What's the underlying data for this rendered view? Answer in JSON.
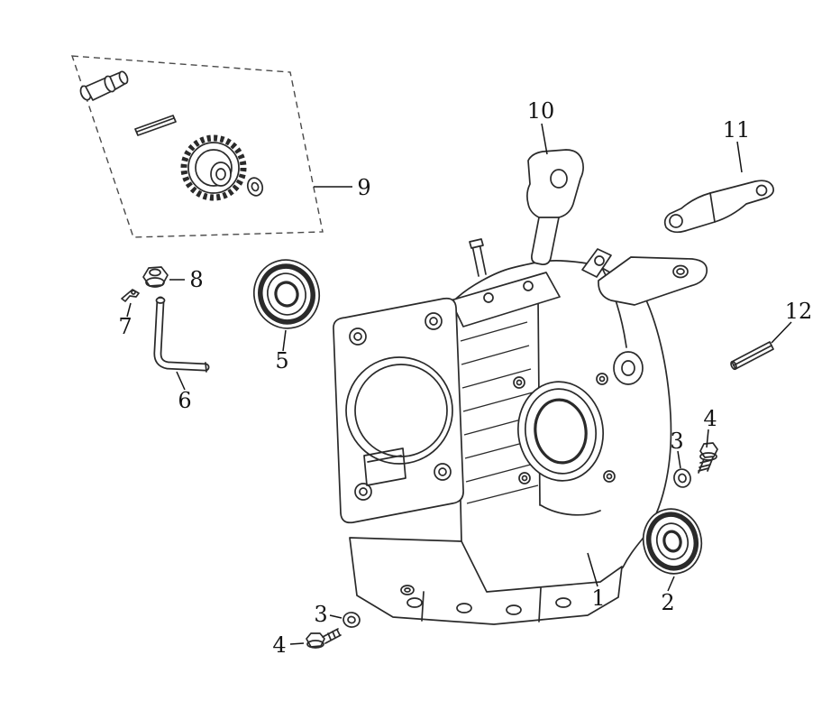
{
  "diagram": {
    "background": "#ffffff",
    "line_color": "#2a2a2a",
    "callouts": {
      "c1": {
        "num": "1",
        "part": "crankcase"
      },
      "c2": {
        "num": "2",
        "part": "oil-seal"
      },
      "c3r": {
        "num": "3",
        "part": "sealing-washer-right"
      },
      "c4r": {
        "num": "4",
        "part": "flange-bolt-right"
      },
      "c3b": {
        "num": "3",
        "part": "sealing-washer-bottom"
      },
      "c4b": {
        "num": "4",
        "part": "flange-bolt-bottom"
      },
      "c5": {
        "num": "5",
        "part": "ball-bearing"
      },
      "c6": {
        "num": "6",
        "part": "governor-shaft"
      },
      "c7": {
        "num": "7",
        "part": "retaining-clip"
      },
      "c8": {
        "num": "8",
        "part": "lock-nut"
      },
      "c9": {
        "num": "9",
        "part": "governor-gear-assembly"
      },
      "c10": {
        "num": "10",
        "part": "bracket"
      },
      "c11": {
        "num": "11",
        "part": "governor-arm"
      },
      "c12": {
        "num": "12",
        "part": "pin"
      }
    }
  }
}
